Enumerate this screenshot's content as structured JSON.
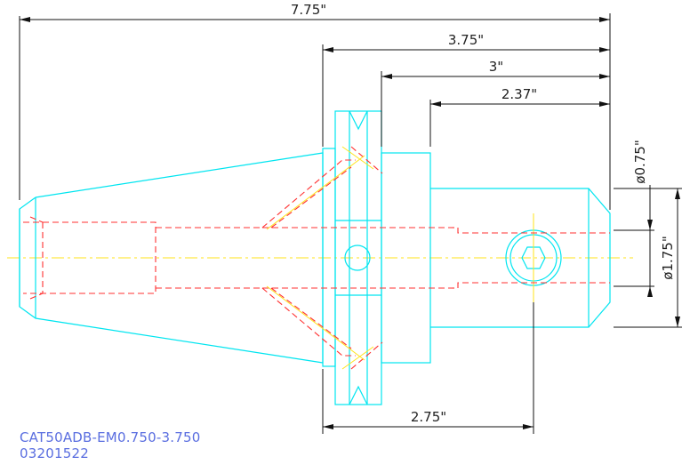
{
  "dimensions": {
    "overall_length": "7.75\"",
    "flange_to_end": "3.75\"",
    "body_length": "3\"",
    "shank_length": "2.37\"",
    "screw_position": "2.75\"",
    "bore_diameter": "ø0.75\"",
    "shank_diameter": "ø1.75\""
  },
  "title_block": {
    "part_number": "CAT50ADB-EM0.750-3.750",
    "drawing_number": "03201522"
  },
  "colors": {
    "outline": "#00e5f0",
    "hidden": "#ff3030",
    "centerline": "#ffe31a",
    "dimension": "#111111",
    "label": "#5a6ee0"
  }
}
